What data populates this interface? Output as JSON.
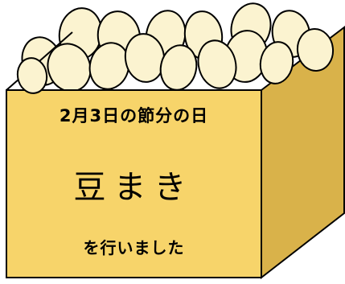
{
  "notice": {
    "date_line": "2月3日の節分の日",
    "title": "豆まき",
    "subtitle": "を行いました"
  },
  "colors": {
    "box_front": "#f7d46a",
    "box_side": "#d9b24a",
    "bean_fill": "#fbf3d0",
    "outline": "#000000"
  }
}
